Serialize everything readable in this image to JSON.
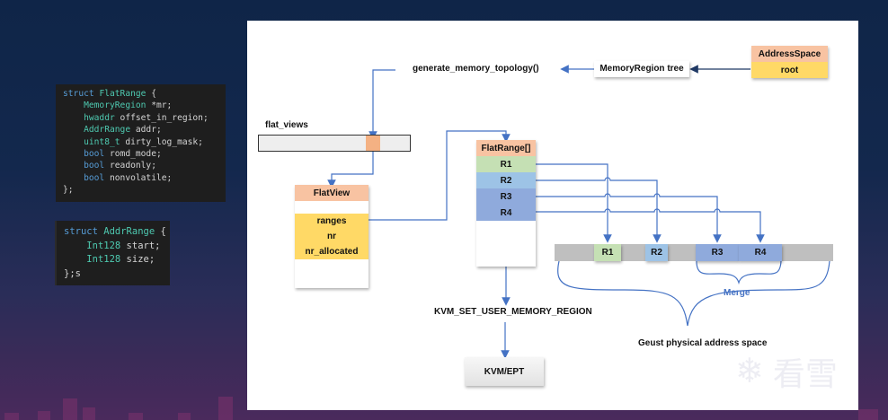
{
  "code_snippets": {
    "flatrange": {
      "lines": [
        [
          "struct ",
          "FlatRange",
          " {"
        ],
        [
          "    ",
          "MemoryRegion",
          " *mr;"
        ],
        [
          "    ",
          "hwaddr",
          " offset_in_region;"
        ],
        [
          "    ",
          "AddrRange",
          " addr;"
        ],
        [
          "    ",
          "uint8_t",
          " dirty_log_mask;"
        ],
        [
          "    ",
          "bool",
          " romd_mode;"
        ],
        [
          "    ",
          "bool",
          " readonly;"
        ],
        [
          "    ",
          "bool",
          " nonvolatile;"
        ],
        [
          "",
          "",
          "};"
        ]
      ]
    },
    "addrrange": {
      "lines": [
        [
          "struct ",
          "AddrRange",
          " {"
        ],
        [
          "    ",
          "Int128",
          " start;"
        ],
        [
          "    ",
          "Int128",
          " size;"
        ],
        [
          "",
          "",
          "};s"
        ]
      ]
    }
  },
  "diagram": {
    "generate_fn": "generate_memory_topology()",
    "memory_region_tree": "MemoryRegion tree",
    "address_space": {
      "title": "AddressSpace",
      "field": "root"
    },
    "flat_views_label": "flat_views",
    "flatview": {
      "title": "FlatView",
      "fields": [
        "ranges",
        "nr",
        "nr_allocated"
      ]
    },
    "flatrange_array": {
      "title": "FlatRange[]",
      "items": [
        "R1",
        "R2",
        "R3",
        "R4"
      ]
    },
    "gpa_blocks": [
      "R1",
      "R2",
      "R3",
      "R4"
    ],
    "merge_label": "Merge",
    "gpa_label": "Geust physical address space",
    "kvm_ioctl": "KVM_SET_USER_MEMORY_REGION",
    "kvm_ept": "KVM/EPT"
  },
  "colors": {
    "header_orange": "#f8c3a2",
    "field_yellow": "#ffd966",
    "r1_green": "#c5e0b4",
    "r2_blue": "#9dc3e6",
    "r34_blue": "#8faadc",
    "wire_blue": "#4472c4",
    "bar_gray": "#bfbfbf"
  },
  "watermark": {
    "text": "看雪"
  }
}
